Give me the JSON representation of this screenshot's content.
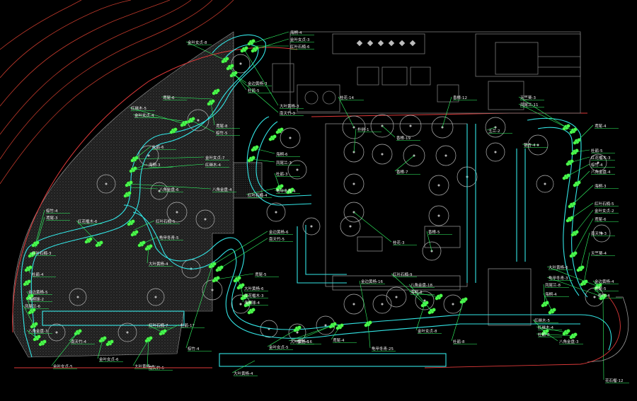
{
  "colors": {
    "background": "#000000",
    "linework": "#a9a9a9",
    "path_edge": "#33e6e6",
    "plant_green": "#4dff4d",
    "label_text": "#f0f0f0",
    "leader_line": "#33ff66",
    "boundary_red": "#e03a3a",
    "contour_red": "#c0392b",
    "building_gray": "#8a8a8a"
  },
  "labels": {
    "left": [
      "金叶女贞-8",
      "鸢尾-6",
      "红继木-5",
      "金叶女贞-4",
      "杜鹃-6",
      "海桐-3",
      "八角金盘-6",
      "红叶石楠-5",
      "棕竹-4",
      "鸢尾-3",
      "红花檵木-6",
      "龟甲冬青-5",
      "大叶黄杨-4",
      "红叶石楠-3",
      "杜鹃-4",
      "金边黄杨-5",
      "海桐球-2",
      "凤尾兰-6",
      "八角金盘-3",
      "南天竹-4",
      "大叶黄杨-4",
      "金叶女贞-6"
    ],
    "center": [
      "海桐-4",
      "金叶女贞-3",
      "红叶石楠-6",
      "金边黄杨-3",
      "杜鹃-5",
      "大叶黄杨-3",
      "南天竹-3",
      "鸢尾-8",
      "棕竹-5",
      "金叶女贞-7",
      "红继木-4",
      "八角金盘-4",
      "海桐-6",
      "凤尾兰-3",
      "杜鹃-3",
      "龟甲冬青-4",
      "红叶石楠-4",
      "金边黄杨-6",
      "南天竹-5",
      "鸢尾-5",
      "大叶黄杨-6",
      "红花檵木-3",
      "海桐球-4",
      "金叶女贞-5",
      "棕竹-6"
    ],
    "tree_labels": [
      "桂花-14",
      "香樟-19",
      "香樟-7",
      "香樟-5",
      "桂花-3",
      "朴树-1",
      "玉兰-2",
      "银杏-4",
      "香樟-12"
    ],
    "right": [
      "天竺葵-3",
      "凤尾兰-11",
      "鸢尾-4",
      "杜鹃-5",
      "红花檵木-3",
      "棕竹-4",
      "八角金盘-4",
      "海桐-3",
      "红叶石楠-5",
      "金叶女贞-2",
      "鸢尾-6",
      "南天竹-3",
      "天竺葵-4",
      "大叶黄杨-6",
      "龟甲冬青-3",
      "凤尾兰-8",
      "海桐-4",
      "红继木-4",
      "杜鹃-8",
      "八角金盘-3",
      "金边黄杨-4",
      "鸢尾-5",
      "棕竹-4"
    ],
    "bottom": [
      "红叶石楠-7",
      "杜鹃-17",
      "金叶女贞-5",
      "南天竹-5",
      "大叶黄杨-16",
      "鸢尾-4",
      "红叶石楠-9",
      "金边黄杨-16",
      "八角金盘-18",
      "海桐-8",
      "杜鹃-8",
      "大叶黄杨-4",
      "龟甲冬青-25",
      "金叶女贞-8",
      "红继木-5",
      "棕竹-4",
      "花石榴-12"
    ]
  }
}
